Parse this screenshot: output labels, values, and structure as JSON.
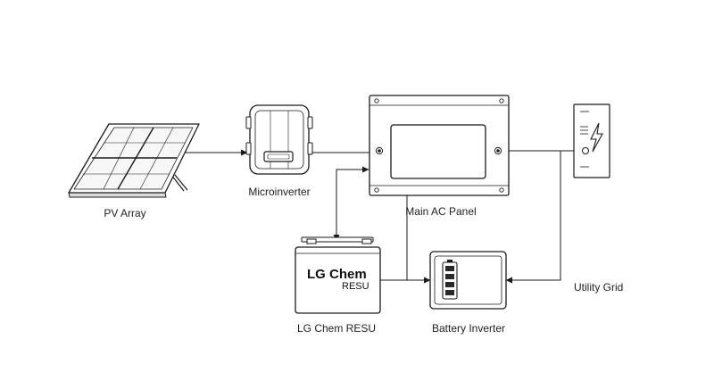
{
  "components": {
    "pv_array": {
      "label": "PV Array"
    },
    "microinverter": {
      "label": "Microinverter"
    },
    "main_ac_panel": {
      "label": "Main AC Panel"
    },
    "lg_chem_battery": {
      "label": "LG Chem RESU",
      "brand_line1": "LG Chem",
      "brand_line2": "RESU"
    },
    "battery_inverter": {
      "label": "Battery Inverter"
    },
    "utility_grid": {
      "label": "Utility Grid"
    }
  },
  "connections": [
    {
      "from": "pv_array",
      "to": "microinverter",
      "arrow": "end"
    },
    {
      "from": "microinverter",
      "to": "main_ac_panel",
      "arrow": "none"
    },
    {
      "from": "main_ac_panel",
      "to": "lg_chem_battery",
      "arrow": "both"
    },
    {
      "from": "lg_chem_battery",
      "to": "battery_inverter",
      "arrow": "end"
    },
    {
      "from": "main_ac_panel",
      "to": "battery_inverter",
      "arrow": "none"
    },
    {
      "from": "main_ac_panel",
      "to": "utility_grid",
      "arrow": "none"
    },
    {
      "from": "utility_grid",
      "to": "battery_inverter",
      "arrow": "end"
    }
  ],
  "colors": {
    "stroke": "#1a1a1a",
    "background": "#ffffff"
  }
}
